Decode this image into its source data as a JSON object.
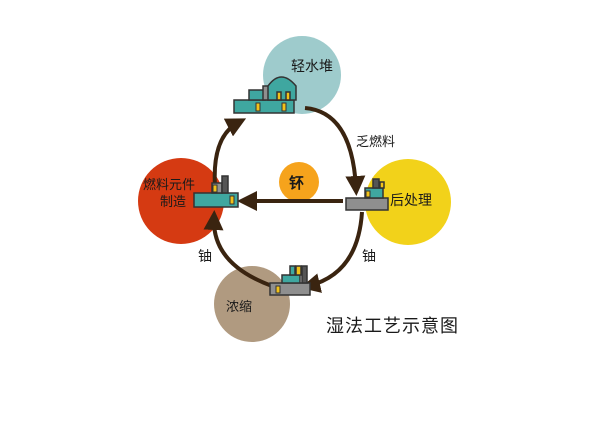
{
  "title": "湿法工艺示意图",
  "nodes": {
    "reactor": {
      "label": "轻水堆",
      "color": "#9ecbcc"
    },
    "reprocessing": {
      "label": "后处理",
      "color": "#f2d21a"
    },
    "fuel_fabrication": {
      "label_line1": "燃料元件",
      "label_line2": "制造",
      "color": "#d53a12"
    },
    "enrichment": {
      "label": "浓缩",
      "color": "#b09a80"
    },
    "plutonium": {
      "label": "钚",
      "color": "#f6a31c"
    }
  },
  "edges": {
    "spent_fuel": "乏燃料",
    "uranium_left": "铀",
    "uranium_right": "铀"
  },
  "colors": {
    "arrow": "#3a2410",
    "outline": "#333333",
    "teal": "#3fa7a0",
    "gray": "#8f8f8f",
    "yellow": "#f2c21a",
    "dark": "#555555"
  }
}
